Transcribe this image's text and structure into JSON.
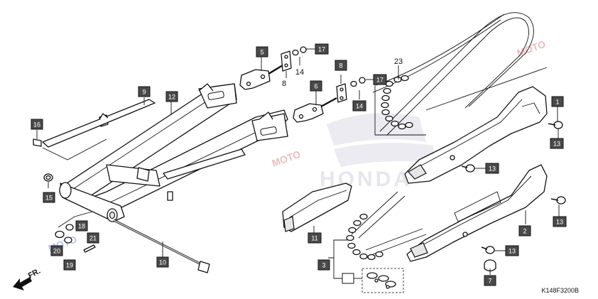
{
  "diagram_code": "K148F3200B",
  "direction_label": "FR.",
  "callouts": {
    "c1": "1",
    "c2": "2",
    "c3": "3",
    "c4": "",
    "c5": "5",
    "c6": "6",
    "c7": "7",
    "c8a": "8",
    "c8b": "8",
    "c9": "9",
    "c10": "10",
    "c11": "11",
    "c12": "12",
    "c13a": "13",
    "c13b": "13",
    "c13c": "13",
    "c13d": "13",
    "c14a": "14",
    "c14b": "14",
    "c15": "15",
    "c16": "16",
    "c17a": "17",
    "c17b": "17",
    "c18": "18",
    "c19": "19",
    "c20": "20",
    "c21": "21",
    "c23": "23"
  },
  "watermark": {
    "brand_text": "HONDA",
    "site_text": "MOTO"
  },
  "colors": {
    "callout_fill": "#4a4a4a",
    "callout_text": "#ffffff",
    "line": "#111111",
    "watermark": "#c8c8d8"
  }
}
